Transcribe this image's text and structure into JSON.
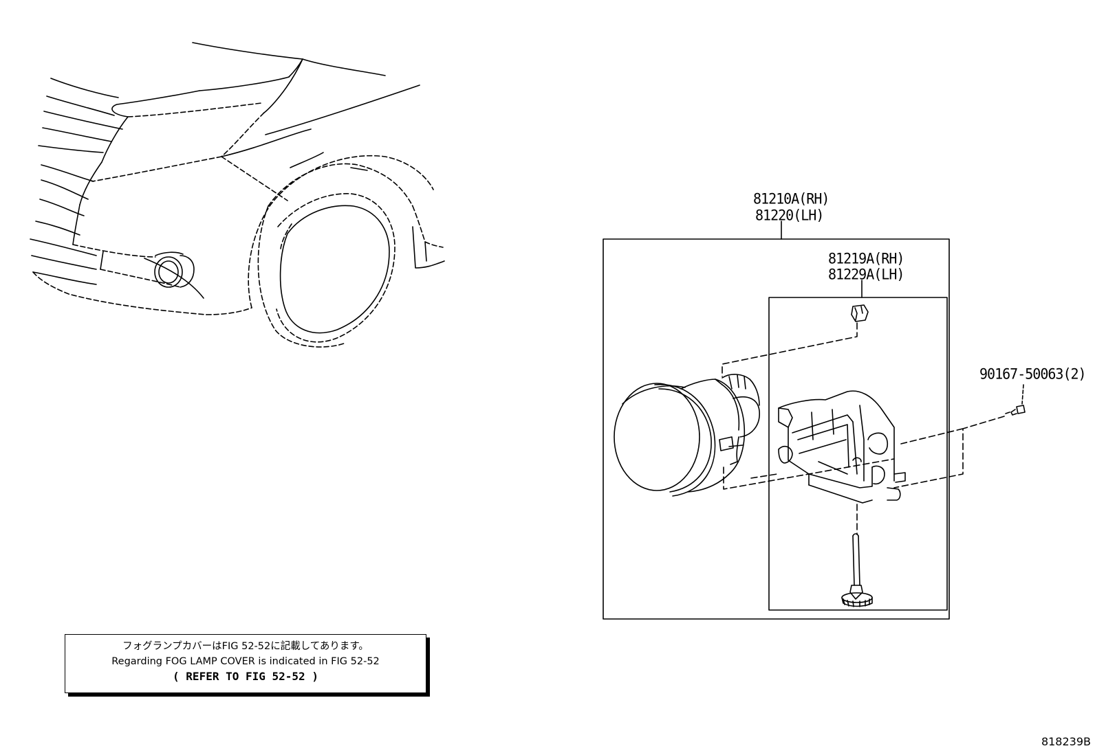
{
  "labels": {
    "fog_lamp_rh": "81210A(RH)",
    "fog_lamp_lh": "81220(LH)",
    "bracket_rh": "81219A(RH)",
    "bracket_lh": "81229A(LH)",
    "screw": "90167-50063(2)"
  },
  "note": {
    "line1": "フォグランプカバーはFIG 52-52に記載してあります。",
    "line2": "Regarding FOG LAMP COVER is indicated in FIG 52-52",
    "line3": "(  REFER TO FIG 52-52  )"
  },
  "figure_id": "818239B"
}
